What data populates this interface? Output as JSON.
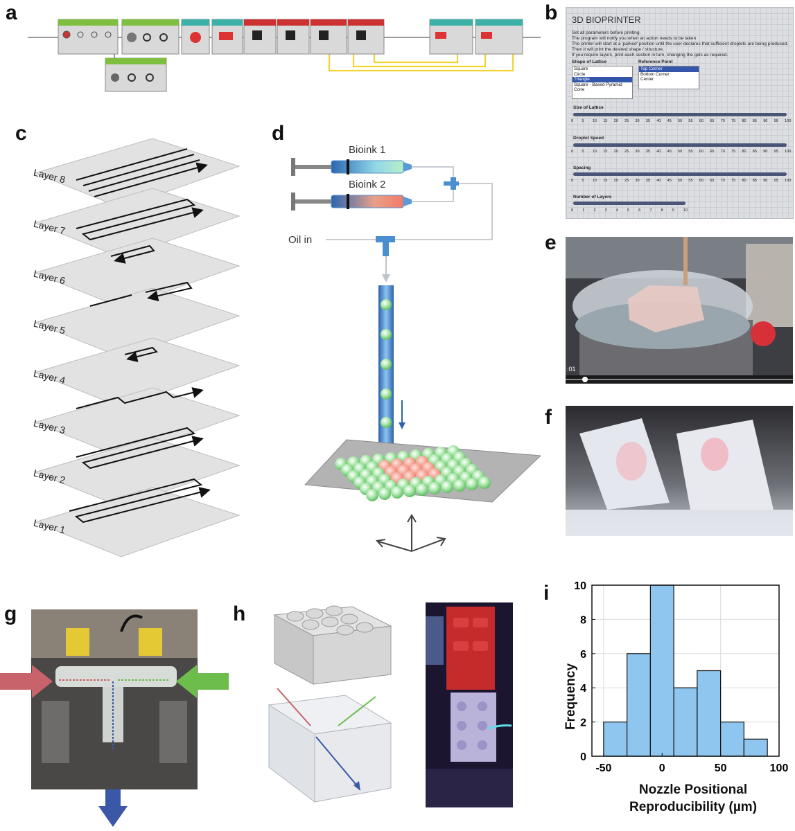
{
  "panel_letters": {
    "a": "a",
    "b": "b",
    "c": "c",
    "d": "d",
    "e": "e",
    "f": "f",
    "g": "g",
    "h": "h",
    "i": "i"
  },
  "panel_b": {
    "title": "3D BIOPRINTER",
    "instructions": [
      "Set all parameters before printing.",
      "The program will notify you when an action needs to be taken",
      "The printer will start at a 'parked' position until the user declares that sufficient droplets are being produced.",
      "Then it will print the desired shape / structure.",
      "If you require layers, print each section in turn, changing the gels as required."
    ],
    "shape_label": "Shape of Lattice",
    "shape_options": [
      "Square",
      "Circle",
      "Triangle",
      "Square - Based Pyramid",
      "Cone"
    ],
    "shape_selected": 2,
    "ref_label": "Reference Point",
    "ref_options": [
      "Top Corner",
      "Bottom Corner",
      "Center"
    ],
    "ref_selected": 0,
    "sliders": [
      {
        "label": "Size of Lattice",
        "ticks": [
          "0",
          "5",
          "10",
          "15",
          "20",
          "25",
          "30",
          "35",
          "40",
          "45",
          "50",
          "55",
          "60",
          "65",
          "70",
          "75",
          "80",
          "85",
          "90",
          "95",
          "100"
        ]
      },
      {
        "label": "Droplet Speed",
        "ticks": [
          "0",
          "5",
          "10",
          "15",
          "20",
          "25",
          "30",
          "35",
          "40",
          "45",
          "50",
          "55",
          "60",
          "65",
          "70",
          "75",
          "80",
          "85",
          "90",
          "95",
          "100"
        ]
      },
      {
        "label": "Spacing",
        "ticks": [
          "0",
          "5",
          "10",
          "15",
          "20",
          "25",
          "30",
          "35",
          "40",
          "45",
          "50",
          "55",
          "60",
          "65",
          "70",
          "75",
          "80",
          "85",
          "90",
          "95",
          "100"
        ]
      },
      {
        "label": "Number of Layers",
        "ticks": [
          "0",
          "1",
          "2",
          "3",
          "4",
          "5",
          "6",
          "7",
          "8",
          "9",
          "10"
        ]
      }
    ]
  },
  "panel_c": {
    "layers": [
      "Layer 8",
      "Layer 7",
      "Layer 6",
      "Layer 5",
      "Layer 4",
      "Layer 3",
      "Layer 2",
      "Layer 1"
    ]
  },
  "panel_d": {
    "bioink1": "Bioink 1",
    "bioink2": "Bioink 2",
    "oil": "Oil in"
  },
  "panel_e": {
    "timestamp": ":01"
  },
  "colors": {
    "arrow_red": "#c8636b",
    "arrow_green": "#6cbd4c",
    "arrow_blue": "#3b57a8",
    "histogram_fill": "#8fc6ef",
    "bioink_blue": "#4a8fd0",
    "droplet_green": "#8fdc8f",
    "core_red": "#f07a6a"
  },
  "chart_data": {
    "type": "bar",
    "title": "",
    "xlabel": "Nozzle Positional Reproducibility (µm)",
    "ylabel": "Frequency",
    "bin_edges": [
      -50,
      -30,
      -10,
      10,
      30,
      50,
      70,
      90
    ],
    "values": [
      2,
      6,
      10,
      4,
      5,
      2,
      1
    ],
    "xlim": [
      -60,
      100
    ],
    "ylim": [
      0,
      10
    ],
    "xticks": [
      "-50",
      "0",
      "50",
      "100"
    ],
    "xtick_values": [
      -50,
      0,
      50,
      100
    ],
    "yticks": [
      "0",
      "2",
      "4",
      "6",
      "8",
      "10"
    ],
    "ytick_values": [
      0,
      2,
      4,
      6,
      8,
      10
    ],
    "grid": true
  }
}
